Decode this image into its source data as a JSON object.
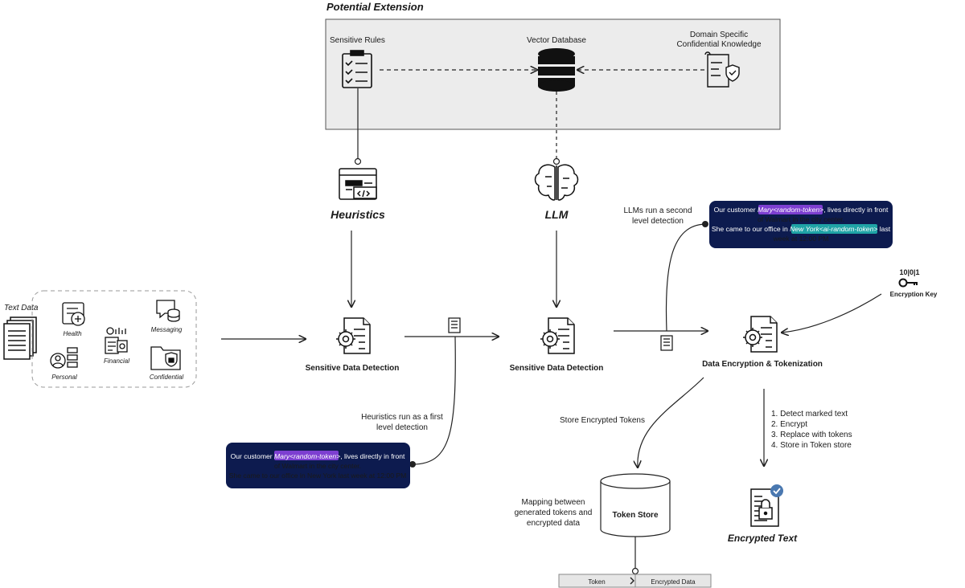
{
  "extension": {
    "title": "Potential Extension",
    "sensitive_rules": "Sensitive Rules",
    "vector_database": "Vector Database",
    "domain_knowledge_1": "Domain Specific",
    "domain_knowledge_2": "Confidential Knowledge"
  },
  "heuristics": {
    "label": "Heuristics"
  },
  "llm": {
    "label": "LLM"
  },
  "text_data": {
    "title": "Text Data",
    "health": "Health",
    "messaging": "Messaging",
    "financial": "Financial",
    "personal": "Personal",
    "confidential": "Confidential"
  },
  "detection1": {
    "label": "Sensitive Data Detection"
  },
  "detection2": {
    "label": "Sensitive Data Detection"
  },
  "encryption": {
    "label": "Data Encryption & Tokenization"
  },
  "encryption_key": {
    "label": "Encryption Key",
    "binary": "10|0|1"
  },
  "notes": {
    "heuristics_1": "Heuristics run as a first",
    "heuristics_2": "level detection",
    "llm_1": "LLMs run a second",
    "llm_2": "level detection",
    "store_encrypted": "Store Encrypted Tokens",
    "mapping_1": "Mapping between",
    "mapping_2": "generated tokens and",
    "mapping_3": "encrypted data"
  },
  "callout1": {
    "pre": "Our customer ",
    "token": "Mary<random-token>",
    "post": ", lives directly in front",
    "line2": "of Walmart in the city center.",
    "line3": "She came to our office in New York last week at 12:00 PM"
  },
  "callout2": {
    "pre": "Our customer ",
    "token": "Mary<random-token>",
    "post": ", lives directly in front",
    "line2": "of Walmart in the city center.",
    "line3_pre": "She came to our office in ",
    "line3_token": "New York<ai-random-token>",
    "line3_post": " last",
    "line4": "week at 12:00 PM"
  },
  "steps": [
    "1. Detect marked text",
    "2. Encrypt",
    "3. Replace with tokens",
    "4. Store in Token store"
  ],
  "token_store": {
    "label": "Token Store",
    "col_token": "Token",
    "col_encrypted": "Encrypted Data"
  },
  "encrypted_text": {
    "label": "Encrypted Text"
  }
}
